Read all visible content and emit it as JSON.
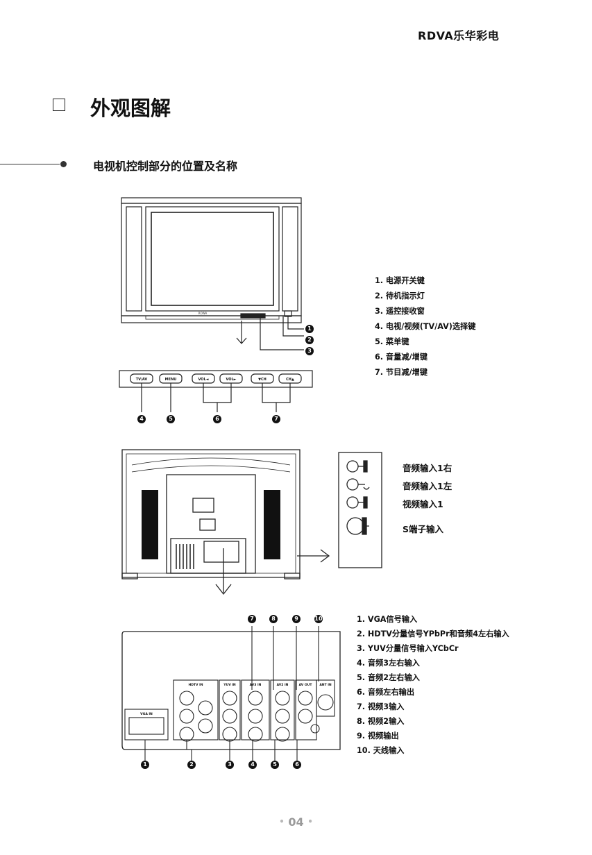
{
  "header": {
    "brand": "RDVA乐华彩电"
  },
  "section": {
    "title": "外观图解"
  },
  "subsection": {
    "title": "电视机控制部分的位置及名称"
  },
  "front_labels": [
    "1. 电源开关键",
    "2. 待机指示灯",
    "3. 遥控接收窗",
    "4. 电视/视频(TV/AV)选择键",
    "5. 菜单键",
    "6. 音量减/增键",
    "7. 节目减/增键"
  ],
  "panel_buttons": [
    "TV/AV",
    "MENU",
    "VOL◄",
    "VOL►",
    "▼CH",
    "CH▲"
  ],
  "side_panel_labels": [
    "音频输入1右",
    "音频输入1左",
    "视频输入1",
    "S端子输入"
  ],
  "rear_labels": [
    "1. VGA信号输入",
    "2. HDTV分量信号YPbPr和音频4左右输入",
    "3. YUV分量信号输入YCbCr",
    "4. 音频3左右输入",
    "5. 音频2左右输入",
    "6. 音频左右输出",
    "7. 视频3输入",
    "8. 视频2输入",
    "9. 视频输出",
    "10. 天线输入"
  ],
  "rear_panel_tags": [
    "VGA IN",
    "HDTV IN",
    "YUV IN",
    "AV3 IN",
    "AV2 IN",
    "AV OUT",
    "ANT IN"
  ],
  "callouts": {
    "front_side": [
      "1",
      "2",
      "3"
    ],
    "panel_bottom": [
      "4",
      "5",
      "6",
      "7"
    ],
    "rear_top": [
      "7",
      "8",
      "9",
      "10"
    ],
    "rear_bottom": [
      "1",
      "2",
      "3",
      "4",
      "5",
      "6"
    ]
  },
  "footer": {
    "page_number": "04"
  }
}
